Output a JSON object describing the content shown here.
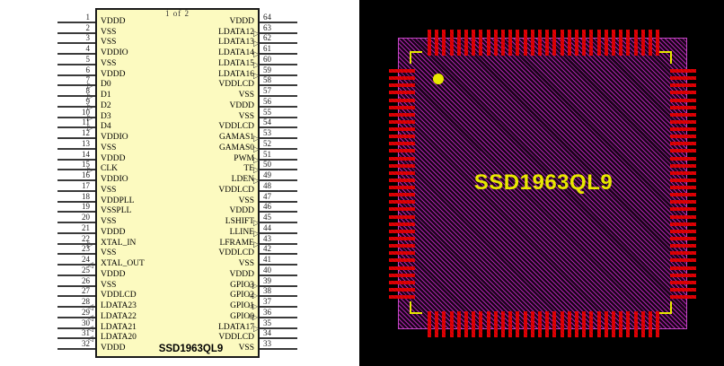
{
  "colors": {
    "schematic_body_fill": "#FCFAC0",
    "pad_red": "#E80000",
    "hatch_magenta": "#B427B4",
    "silkscreen_yellow": "#E8E800",
    "background_left": "#FFFFFF",
    "background_right": "#000000"
  },
  "schematic": {
    "sheet_label": "1 of 2",
    "part_label": "SSD1963QL9",
    "left_pins": [
      {
        "n": "1",
        "name": "VDDD",
        "dir": "none"
      },
      {
        "n": "2",
        "name": "VSS",
        "dir": "none"
      },
      {
        "n": "3",
        "name": "VSS",
        "dir": "none"
      },
      {
        "n": "4",
        "name": "VDDIO",
        "dir": "none"
      },
      {
        "n": "5",
        "name": "VSS",
        "dir": "none"
      },
      {
        "n": "6",
        "name": "VDDD",
        "dir": "none"
      },
      {
        "n": "7",
        "name": "D0",
        "dir": "in"
      },
      {
        "n": "8",
        "name": "D1",
        "dir": "in"
      },
      {
        "n": "9",
        "name": "D2",
        "dir": "in"
      },
      {
        "n": "10",
        "name": "D3",
        "dir": "in"
      },
      {
        "n": "11",
        "name": "D4",
        "dir": "in"
      },
      {
        "n": "12",
        "name": "VDDIO",
        "dir": "none"
      },
      {
        "n": "13",
        "name": "VSS",
        "dir": "none"
      },
      {
        "n": "14",
        "name": "VDDD",
        "dir": "none"
      },
      {
        "n": "15",
        "name": "CLK",
        "dir": "in"
      },
      {
        "n": "16",
        "name": "VDDIO",
        "dir": "none"
      },
      {
        "n": "17",
        "name": "VSS",
        "dir": "none"
      },
      {
        "n": "18",
        "name": "VDDPLL",
        "dir": "none"
      },
      {
        "n": "19",
        "name": "VSSPLL",
        "dir": "none"
      },
      {
        "n": "20",
        "name": "VSS",
        "dir": "none"
      },
      {
        "n": "21",
        "name": "VDDD",
        "dir": "none"
      },
      {
        "n": "22",
        "name": "XTAL_IN",
        "dir": "in"
      },
      {
        "n": "23",
        "name": "VSS",
        "dir": "none"
      },
      {
        "n": "24",
        "name": "XTAL_OUT",
        "dir": "out"
      },
      {
        "n": "25",
        "name": "VDDD",
        "dir": "none"
      },
      {
        "n": "26",
        "name": "VSS",
        "dir": "none"
      },
      {
        "n": "27",
        "name": "VDDLCD",
        "dir": "none"
      },
      {
        "n": "28",
        "name": "LDATA23",
        "dir": "out"
      },
      {
        "n": "29",
        "name": "LDATA22",
        "dir": "out"
      },
      {
        "n": "30",
        "name": "LDATA21",
        "dir": "out"
      },
      {
        "n": "31",
        "name": "LDATA20",
        "dir": "out"
      },
      {
        "n": "32",
        "name": "VDDD",
        "dir": "none"
      }
    ],
    "right_pins": [
      {
        "n": "64",
        "name": "VDDD",
        "dir": "none"
      },
      {
        "n": "63",
        "name": "LDATA12",
        "dir": "out"
      },
      {
        "n": "62",
        "name": "LDATA13",
        "dir": "out"
      },
      {
        "n": "61",
        "name": "LDATA14",
        "dir": "out"
      },
      {
        "n": "60",
        "name": "LDATA15",
        "dir": "out"
      },
      {
        "n": "59",
        "name": "LDATA16",
        "dir": "out"
      },
      {
        "n": "58",
        "name": "VDDLCD",
        "dir": "none"
      },
      {
        "n": "57",
        "name": "VSS",
        "dir": "none"
      },
      {
        "n": "56",
        "name": "VDDD",
        "dir": "none"
      },
      {
        "n": "55",
        "name": "VSS",
        "dir": "none"
      },
      {
        "n": "54",
        "name": "VDDLCD",
        "dir": "none"
      },
      {
        "n": "53",
        "name": "GAMAS1",
        "dir": "out"
      },
      {
        "n": "52",
        "name": "GAMAS0",
        "dir": "out"
      },
      {
        "n": "51",
        "name": "PWM",
        "dir": "out"
      },
      {
        "n": "50",
        "name": "TE",
        "dir": "out"
      },
      {
        "n": "49",
        "name": "LDEN",
        "dir": "out"
      },
      {
        "n": "48",
        "name": "VDDLCD",
        "dir": "none"
      },
      {
        "n": "47",
        "name": "VSS",
        "dir": "none"
      },
      {
        "n": "46",
        "name": "VDDD",
        "dir": "none"
      },
      {
        "n": "45",
        "name": "LSHIFT",
        "dir": "out"
      },
      {
        "n": "44",
        "name": "LLINE",
        "dir": "out"
      },
      {
        "n": "43",
        "name": "LFRAME",
        "dir": "out"
      },
      {
        "n": "42",
        "name": "VDDLCD",
        "dir": "none"
      },
      {
        "n": "41",
        "name": "VSS",
        "dir": "none"
      },
      {
        "n": "40",
        "name": "VDDD",
        "dir": "none"
      },
      {
        "n": "39",
        "name": "GPIO3",
        "dir": "bi"
      },
      {
        "n": "38",
        "name": "GPIO2",
        "dir": "bi"
      },
      {
        "n": "37",
        "name": "GPIO1",
        "dir": "bi"
      },
      {
        "n": "36",
        "name": "GPIO0",
        "dir": "bi"
      },
      {
        "n": "35",
        "name": "LDATA17",
        "dir": "out"
      },
      {
        "n": "34",
        "name": "VDDLCD",
        "dir": "none"
      },
      {
        "n": "33",
        "name": "VSS",
        "dir": "none"
      }
    ]
  },
  "footprint": {
    "label": "SSD1963QL9",
    "package": "quad-flat-pack",
    "pads_per_side": 32,
    "total_pads": 128,
    "pin1_marker": "dot"
  }
}
